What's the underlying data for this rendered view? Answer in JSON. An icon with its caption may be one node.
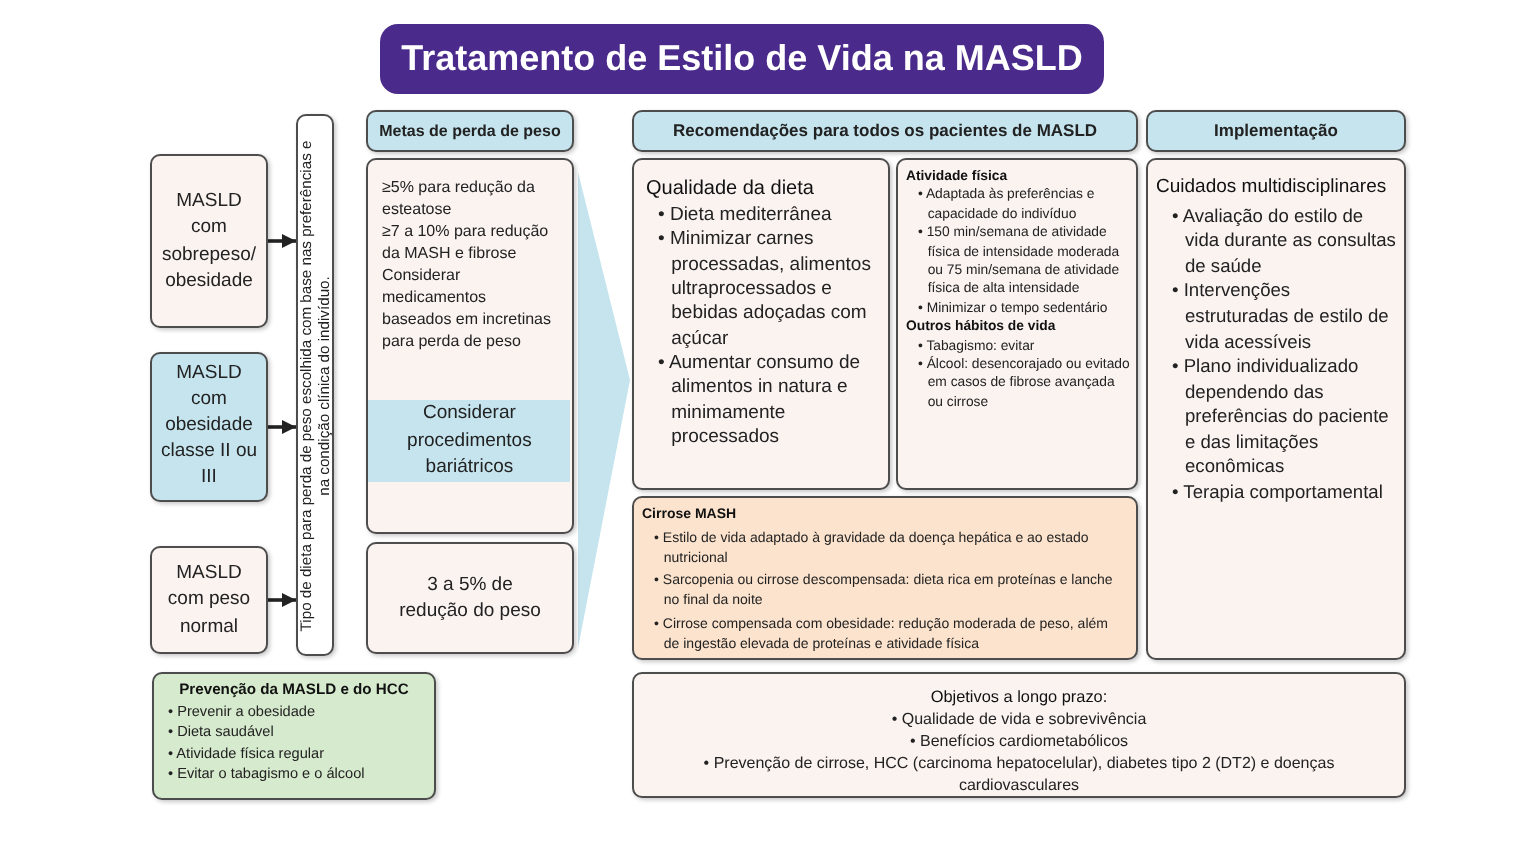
{
  "diagram": {
    "title": "Tratamento de Estilo de Vida na MASLD",
    "nodes": [
      {
        "text": [
          "MASLD com sobrepeso/ obesidade"
        ]
      },
      {
        "text": [
          "MASLD com obesidade classe II ou III"
        ]
      },
      {
        "text": [
          "MASLD com peso normal"
        ]
      },
      {
        "text": [
          "Tipo de dieta para perda de peso escolhida com base nas preferências e na condição clínica do indivíduo."
        ]
      },
      {
        "text": [
          "Metas de perda de peso"
        ]
      },
      {
        "text": [
          "≥5% para redução da esteatose",
          "≥7 a 10% para redução da MASH e fibrose",
          "Considerar medicamentos baseados em incretinas para perda de peso"
        ]
      },
      {
        "text": [
          "Considerar procedimentos bariátricos"
        ],
        "in": 5
      },
      {
        "text": [
          "3 a 5% de redução do peso"
        ]
      },
      {
        "text": [
          "Recomendações para todos os pacientes de MASLD"
        ]
      },
      {
        "text": [
          "Qualidade da dieta",
          "• Dieta mediterrânea",
          "• Minimizar carnes processadas, alimentos ultraprocessados e bebidas adoçadas com açúcar",
          "• Aumentar consumo de alimentos in natura e minimamente processados"
        ]
      },
      {
        "text": [
          "Atividade física",
          "• Adaptada às preferências e capacidade do indivíduo",
          "• 150 min/semana de atividade física de intensidade moderada ou 75 min/semana de atividade física de alta intensidade",
          "• Minimizar o tempo sedentário",
          "Outros hábitos de vida",
          "• Tabagismo: evitar",
          "• Álcool: desencorajado ou evitado em casos de fibrose avançada ou cirrose"
        ]
      },
      {
        "text": [
          "Cirrose MASH",
          "• Estilo de vida adaptado à gravidade da doença hepática e ao estado nutricional",
          "• Sarcopenia ou cirrose descompensada: dieta rica em proteínas e lanche no final da noite",
          "• Cirrose compensada com obesidade: redução moderada de peso, além de ingestão elevada de proteínas e atividade física"
        ]
      },
      {
        "text": [
          "Implementação"
        ]
      },
      {
        "text": [
          "Cuidados multidisciplinares",
          "• Avaliação do estilo de vida durante as consultas de saúde",
          "• Intervenções estruturadas de estilo de vida acessíveis",
          "• Plano individualizado dependendo das preferências do paciente e das limitações econômicas",
          "• Terapia comportamental"
        ]
      },
      {
        "text": [
          "Prevenção da MASLD e do HCC",
          "• Prevenir a obesidade",
          "• Dieta saudável",
          "• Atividade física regular",
          "• Evitar o tabagismo e o álcool"
        ]
      },
      {
        "text": [
          "Objetivos a longo prazo:",
          "• Qualidade de vida e sobrevivência",
          "• Benefícios cardiometabólicos",
          "• Prevenção de cirrose, HCC (carcinoma hepatocelular), diabetes tipo 2 (DT2) e doenças cardiovasculares"
        ]
      }
    ],
    "edges": [
      {
        "from": 0,
        "to": 3,
        "arrow": "to"
      },
      {
        "from": 1,
        "to": 3,
        "arrow": "to"
      },
      {
        "from": 2,
        "to": 3,
        "arrow": "to"
      },
      {
        "from": 5,
        "to": 9,
        "arrow": "to",
        "style": "thick",
        "color": "#c5e4ee"
      }
    ]
  }
}
